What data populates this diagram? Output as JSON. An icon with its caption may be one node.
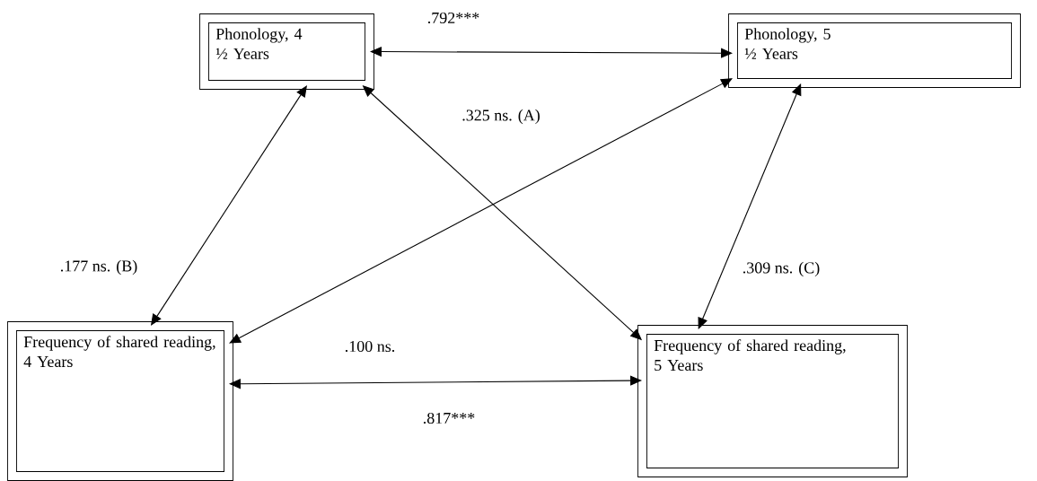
{
  "diagram": {
    "nodes": [
      {
        "text": [
          "Phonology, 4 ½ Years"
        ]
      },
      {
        "text": [
          "Phonology, 5 ½ Years"
        ]
      },
      {
        "text": [
          "Frequency of shared reading, 4 Years"
        ]
      },
      {
        "text": [
          "Frequency of shared reading, 5 Years"
        ]
      }
    ],
    "edges": [
      {
        "from": 0,
        "to": 1,
        "arrow": "both",
        "label": ".792***"
      },
      {
        "from": 0,
        "to": 2,
        "arrow": "both",
        "label": ".177 ns. (B)"
      },
      {
        "from": 0,
        "to": 3,
        "arrow": "both",
        "label": ".325 ns. (A)"
      },
      {
        "from": 1,
        "to": 2,
        "arrow": "both",
        "label": ".100 ns."
      },
      {
        "from": 1,
        "to": 3,
        "arrow": "both",
        "label": ".309 ns. (C)"
      },
      {
        "from": 2,
        "to": 3,
        "arrow": "both",
        "label": ".817***"
      }
    ]
  }
}
